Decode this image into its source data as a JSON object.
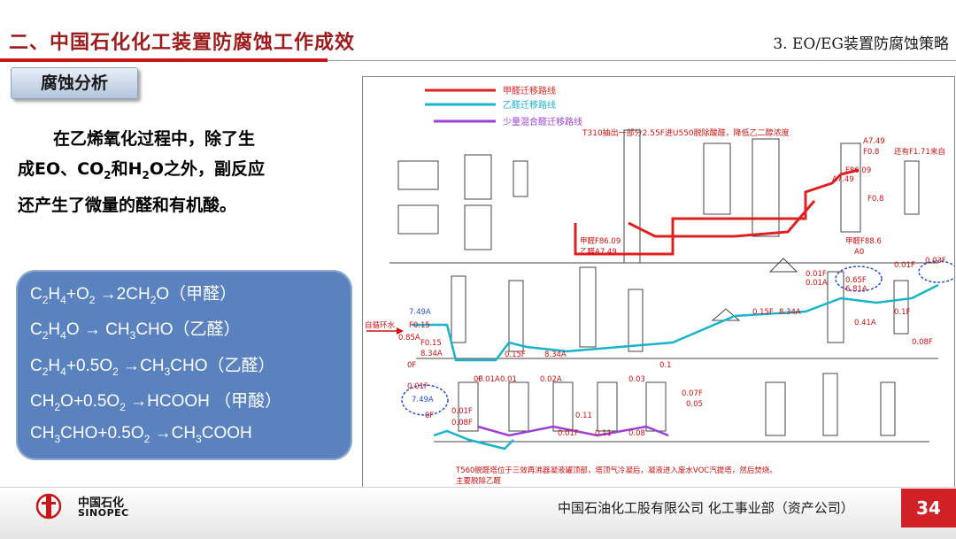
{
  "header": {
    "title": "二、中国石化化工装置防腐蚀工作成效",
    "subtitle": "3. EO/EG装置防腐蚀策略"
  },
  "section_tag": "腐蚀分析",
  "intro": {
    "line1": "在乙烯氧化过程中，除了生",
    "line2_pre": "成EO、CO",
    "line2_sub1": "2",
    "line2_mid": "和H",
    "line2_sub2": "2",
    "line2_post": "O之外，副反应",
    "line3": "还产生了微量的醛和有机酸。"
  },
  "equations": [
    {
      "parts": [
        {
          "t": "C"
        },
        {
          "s": "2"
        },
        {
          "t": "H"
        },
        {
          "s": "4"
        },
        {
          "t": "+O"
        },
        {
          "s": "2"
        },
        {
          "t": " →2CH"
        },
        {
          "s": "2"
        },
        {
          "t": "O（甲醛）"
        }
      ]
    },
    {
      "parts": [
        {
          "t": "C"
        },
        {
          "s": "2"
        },
        {
          "t": "H"
        },
        {
          "s": "4"
        },
        {
          "t": "O → CH"
        },
        {
          "s": "3"
        },
        {
          "t": "CHO（乙醛）"
        }
      ]
    },
    {
      "parts": [
        {
          "t": "C"
        },
        {
          "s": "2"
        },
        {
          "t": "H"
        },
        {
          "s": "4"
        },
        {
          "t": "+0.5O"
        },
        {
          "s": "2"
        },
        {
          "t": " →CH"
        },
        {
          "s": "3"
        },
        {
          "t": "CHO（乙醛）"
        }
      ]
    },
    {
      "parts": [
        {
          "t": "CH"
        },
        {
          "s": "2"
        },
        {
          "t": "O+0.5O"
        },
        {
          "s": "2"
        },
        {
          "t": " →HCOOH （甲酸）"
        }
      ]
    },
    {
      "parts": [
        {
          "t": "CH"
        },
        {
          "s": "3"
        },
        {
          "t": "CHO+0.5O"
        },
        {
          "s": "2"
        },
        {
          "t": " →CH"
        },
        {
          "s": "3"
        },
        {
          "t": "COOH"
        }
      ]
    }
  ],
  "diagram": {
    "legend": [
      {
        "label": "甲醛迁移路线",
        "color": "#e02020"
      },
      {
        "label": "乙醛迁移路线",
        "color": "#19b3cc"
      },
      {
        "label": "少量混合醛迁移路线",
        "color": "#9b3fd6"
      }
    ],
    "note_top": "T310抽出一部分2.55F进U550脱除酸醛，降低乙二醇浓度",
    "note_bottom_1": "T560脱醛塔位于三效再沸器凝液罐顶部，塔顶气冷凝后，凝液进入废水VOC汽提塔，然后焚烧。",
    "note_bottom_2": "主要脱除乙醛",
    "labels_red": [
      {
        "t": "A7.49"
      },
      {
        "t": "F0.8"
      },
      {
        "t": "还有F1.71来自"
      },
      {
        "t": "F86.09"
      },
      {
        "t": "A7.49"
      },
      {
        "t": "F0.8"
      },
      {
        "t": "甲醛F88.6"
      },
      {
        "t": "A0"
      },
      {
        "t": "甲醛F86.09"
      },
      {
        "t": "乙醛A7.49"
      },
      {
        "t": "0.01F"
      },
      {
        "t": "0.01F"
      },
      {
        "t": "0.03F"
      },
      {
        "t": "0.01A"
      },
      {
        "t": "0.65F"
      },
      {
        "t": "6.81A"
      },
      {
        "t": "0.15F"
      },
      {
        "t": "8.34A"
      },
      {
        "t": "0.1F"
      },
      {
        "t": "0.41A"
      },
      {
        "t": "0.08F"
      },
      {
        "t": "自循环水"
      },
      {
        "t": "F0.15"
      },
      {
        "t": "7.49A"
      },
      {
        "t": "0.85A"
      },
      {
        "t": "F0.15"
      },
      {
        "t": "8.34A"
      },
      {
        "t": "0.15F"
      },
      {
        "t": "8.34A"
      },
      {
        "t": "0F"
      },
      {
        "t": "0.1"
      },
      {
        "t": "0.01F"
      },
      {
        "t": "0F"
      },
      {
        "t": "0.01A"
      },
      {
        "t": "0.01"
      },
      {
        "t": "0.02A"
      },
      {
        "t": "0.03"
      },
      {
        "t": "0.01F"
      },
      {
        "t": "0.08F"
      },
      {
        "t": "0.07F"
      },
      {
        "t": "0.05"
      },
      {
        "t": "7.49A"
      },
      {
        "t": "0F"
      },
      {
        "t": "0.11"
      },
      {
        "t": "0.01F"
      },
      {
        "t": "0.11"
      },
      {
        "t": "0.08"
      }
    ]
  },
  "footer": {
    "logo_cn": "中国石化",
    "logo_en": "SINOPEC",
    "company": "中国石油化工股有限公司 化工事业部（资产公司）",
    "page": "34"
  },
  "colors": {
    "brand_red": "#c8161d",
    "eq_box": "#5a82bf",
    "formaldehyde": "#e02020",
    "acetaldehyde": "#19b3cc",
    "mixed": "#9b3fd6"
  }
}
